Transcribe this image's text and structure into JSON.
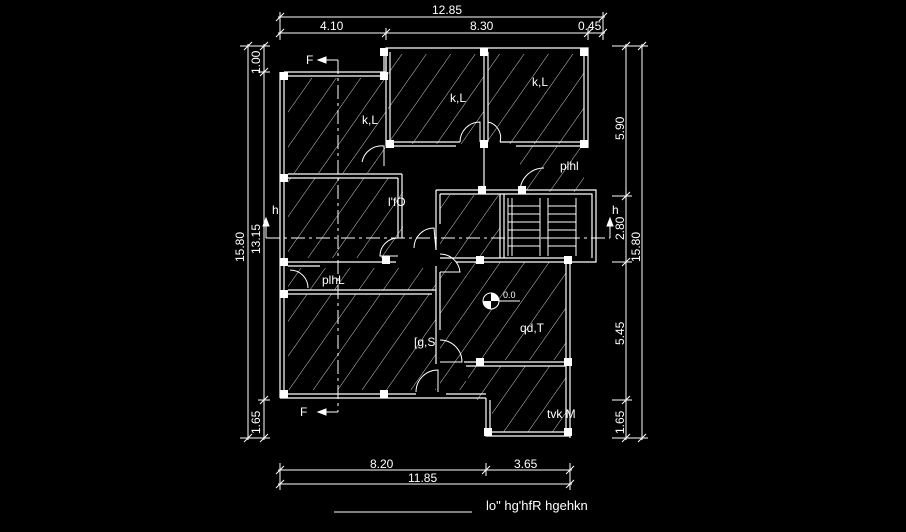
{
  "drawing": {
    "title": "lo\" hg'hfR hgehkn",
    "dimensions": {
      "top_total": "12.85",
      "top_left": "4.10",
      "top_mid": "8.30",
      "top_right": "0.45",
      "bottom_left": "8.20",
      "bottom_right": "3.65",
      "bottom_total": "11.85",
      "left_total": "15.80",
      "left_top": "1.00",
      "left_mid": "13.15",
      "left_bottom": "1.65",
      "right_total": "15.80",
      "right_top": "5.90",
      "right_stair": "2.80",
      "right_mid": "5.45",
      "right_bottom": "1.65"
    },
    "rooms": {
      "room_kl_left": "k,L",
      "room_kl_mid": "k,L",
      "room_kl_right": "k,L",
      "room_plhl_right": "plhl",
      "room_lfo": "l'fO",
      "room_plhl_left": "plhL",
      "room_qdt": "qd,T",
      "room_gs": "[g,S",
      "room_tvkm": "tvk M",
      "level": "0.0"
    },
    "section_marks": {
      "f_top": "F",
      "f_bottom": "F",
      "h_left": "h",
      "h_right": "h"
    },
    "colors": {
      "background": "#000000",
      "lines": "#ffffff"
    }
  }
}
